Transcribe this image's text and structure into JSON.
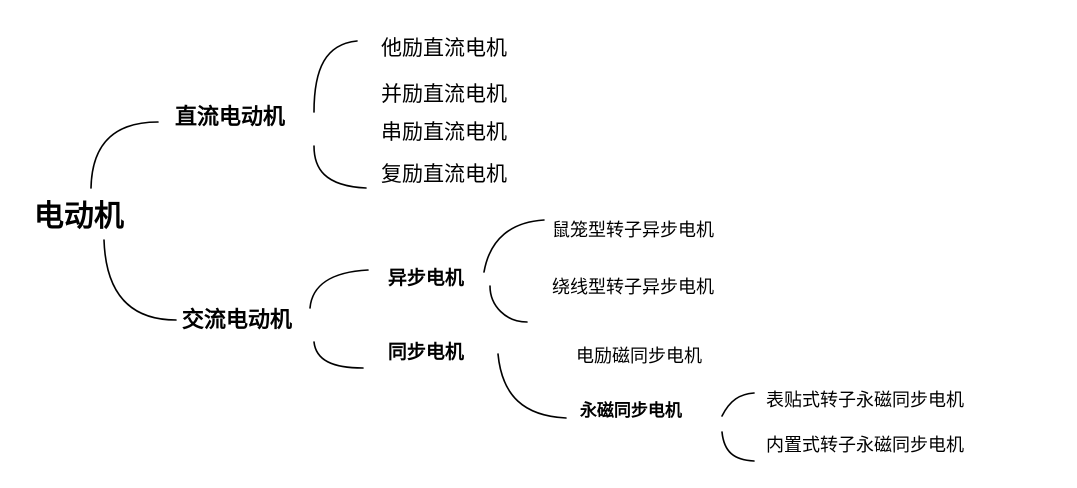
{
  "root": {
    "label": "电动机"
  },
  "dc": {
    "label": "直流电动机",
    "children": [
      "他励直流电机",
      "并励直流电机",
      "串励直流电机",
      "复励直流电机"
    ]
  },
  "ac": {
    "label": "交流电动机",
    "async": {
      "label": "异步电机",
      "children": [
        "鼠笼型转子异步电机",
        "绕线型转子异步电机"
      ]
    },
    "sync": {
      "label": "同步电机",
      "excited": "电励磁同步电机",
      "pm": {
        "label": "永磁同步电机",
        "children": [
          "表贴式转子永磁同步电机",
          "内置式转子永磁同步电机"
        ]
      }
    }
  }
}
